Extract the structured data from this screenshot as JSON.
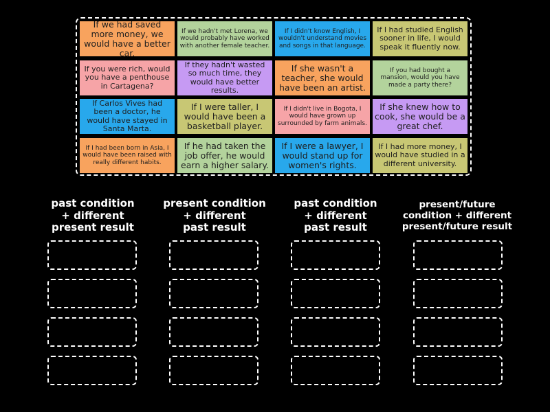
{
  "cards": [
    {
      "text": "If we had saved more money, we would have a better car.",
      "color": "#f8a35e"
    },
    {
      "text": "If we hadn't met Lorena, we would probably have worked with another female teacher.",
      "color": "#b3d39c"
    },
    {
      "text": "If I didn't know English, I wouldn't understand movies and songs in that language.",
      "color": "#28a8ec"
    },
    {
      "text": "If I had studied English sooner in life, I would speak it fluently now.",
      "color": "#c8c774"
    },
    {
      "text": "If you were rich, would you have a penthouse in Cartagena?",
      "color": "#f6a4a7"
    },
    {
      "text": "If they hadn't wasted so much time, they would have better results.",
      "color": "#c69af3"
    },
    {
      "text": "If she wasn't a teacher, she would have been an artist.",
      "color": "#f8a35e"
    },
    {
      "text": "If you had bought a mansion, would you have made a party there?",
      "color": "#b3d39c"
    },
    {
      "text": "If Carlos Vives had been a doctor, he would have stayed in Santa Marta.",
      "color": "#28a8ec"
    },
    {
      "text": "If I were taller, I would have been a basketball player.",
      "color": "#c8c774"
    },
    {
      "text": "If I didn't live in Bogota, I would have grown up surrounded by farm animals.",
      "color": "#f6a4a7"
    },
    {
      "text": "If she knew how to cook, she would be a great chef.",
      "color": "#c69af3"
    },
    {
      "text": "If I had been born in Asia, I would have been raised with really different habits.",
      "color": "#f8a35e"
    },
    {
      "text": "If he had taken the job offer, he would earn a higher salary.",
      "color": "#b3d39c"
    },
    {
      "text": "If I were a lawyer, I would stand up for women's rights.",
      "color": "#28a8ec"
    },
    {
      "text": "If I had more money, I would have studied in a different university.",
      "color": "#c8c774"
    }
  ],
  "categories": [
    {
      "lines": [
        "past condition",
        "+ different",
        "present result"
      ]
    },
    {
      "lines": [
        "present condition",
        "+ different",
        "past result"
      ]
    },
    {
      "lines": [
        "past condition",
        "+ different",
        "past result"
      ]
    },
    {
      "lines": [
        "present/future",
        "condition + different",
        "present/future result"
      ]
    }
  ]
}
